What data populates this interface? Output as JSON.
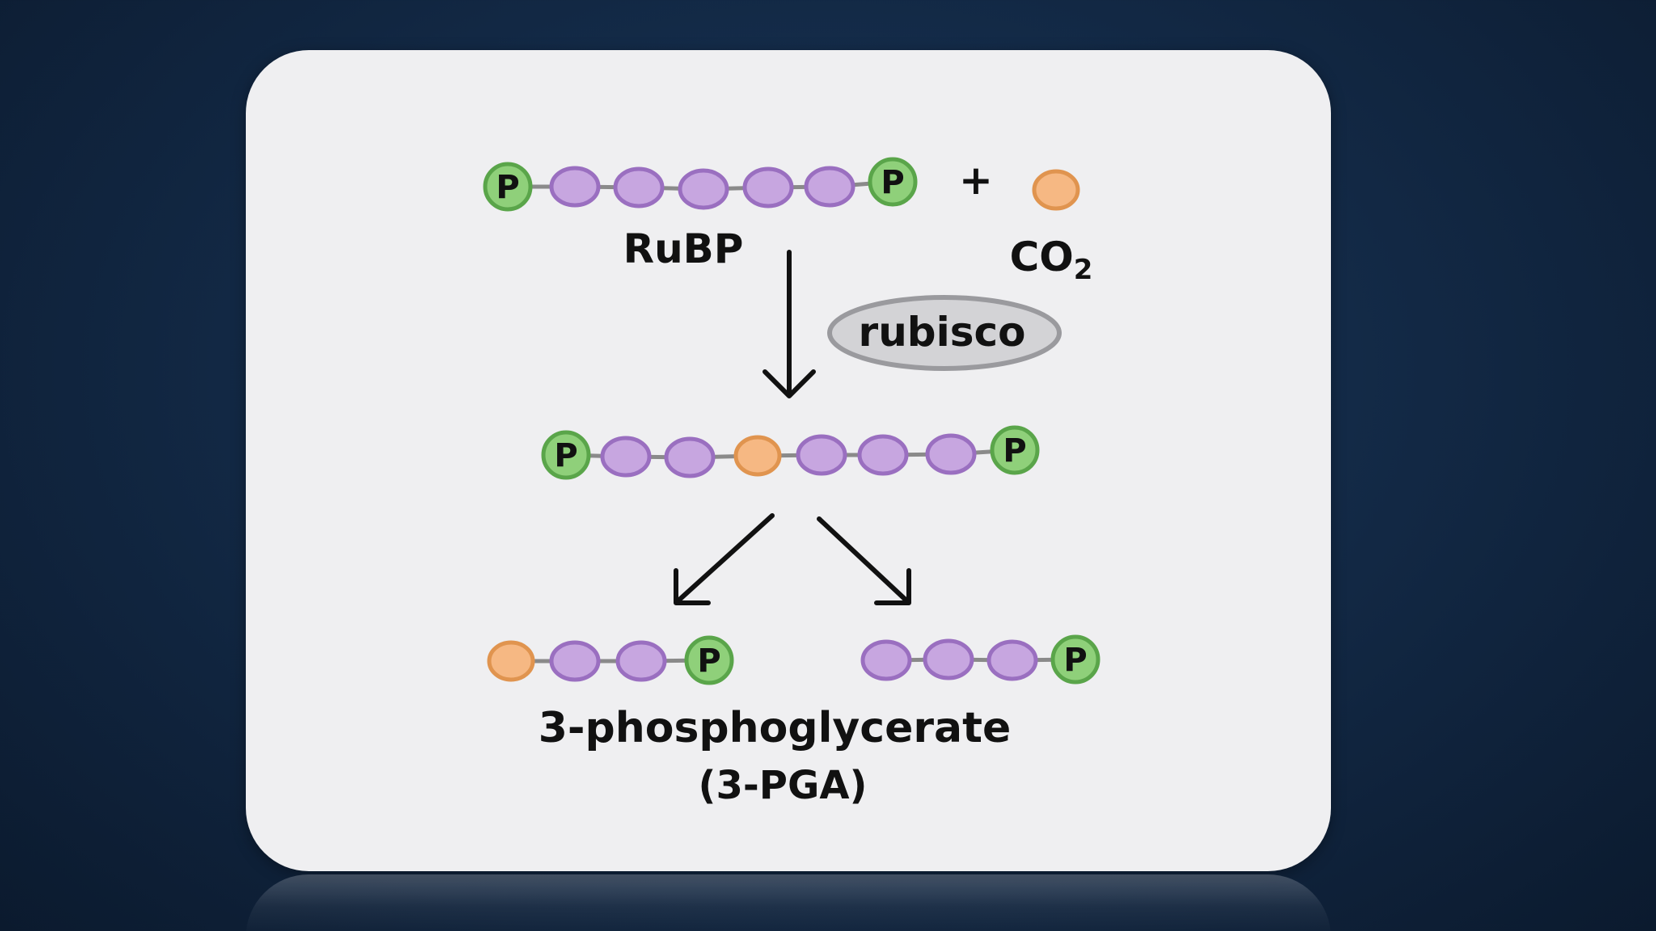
{
  "diagram": {
    "rubp_label": "RuBP",
    "co2_label": "CO",
    "co2_subscript": "2",
    "plus_sign": "+",
    "enzyme_label": "rubisco",
    "product_label": "3-phosphoglycerate",
    "product_abbrev": "(3-PGA)",
    "phosphate_label": "P"
  },
  "colors": {
    "phosphate": "#8fd07a",
    "phosphate_stroke": "#5aa54a",
    "carbon": "#c7a6e0",
    "carbon_stroke": "#9a6fc0",
    "co2_carbon": "#f6b883",
    "co2_carbon_stroke": "#e0944f",
    "bond": "#8a8a8a",
    "enzyme_fill": "#d3d3d6",
    "enzyme_stroke": "#9a9a9e"
  }
}
